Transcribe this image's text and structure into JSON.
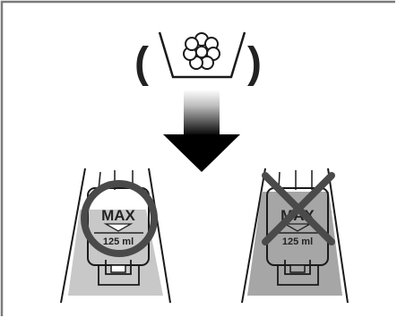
{
  "symbol": {
    "open_paren": "(",
    "close_paren": ")",
    "icon": "fabric-softener-flower-icon"
  },
  "arrow": {
    "icon": "down-arrow-icon"
  },
  "correct": {
    "max_label": "MAX",
    "volume_label": "125 ml",
    "indicator": "circle-ok-icon"
  },
  "incorrect": {
    "max_label": "MAX",
    "volume_label": "125 ml",
    "indicator": "cross-wrong-icon"
  },
  "colors": {
    "border": "#7a7a7a",
    "liquid_light": "#c8c8c8",
    "liquid_dark": "#a6a6a6",
    "line": "#1a1a1a"
  }
}
